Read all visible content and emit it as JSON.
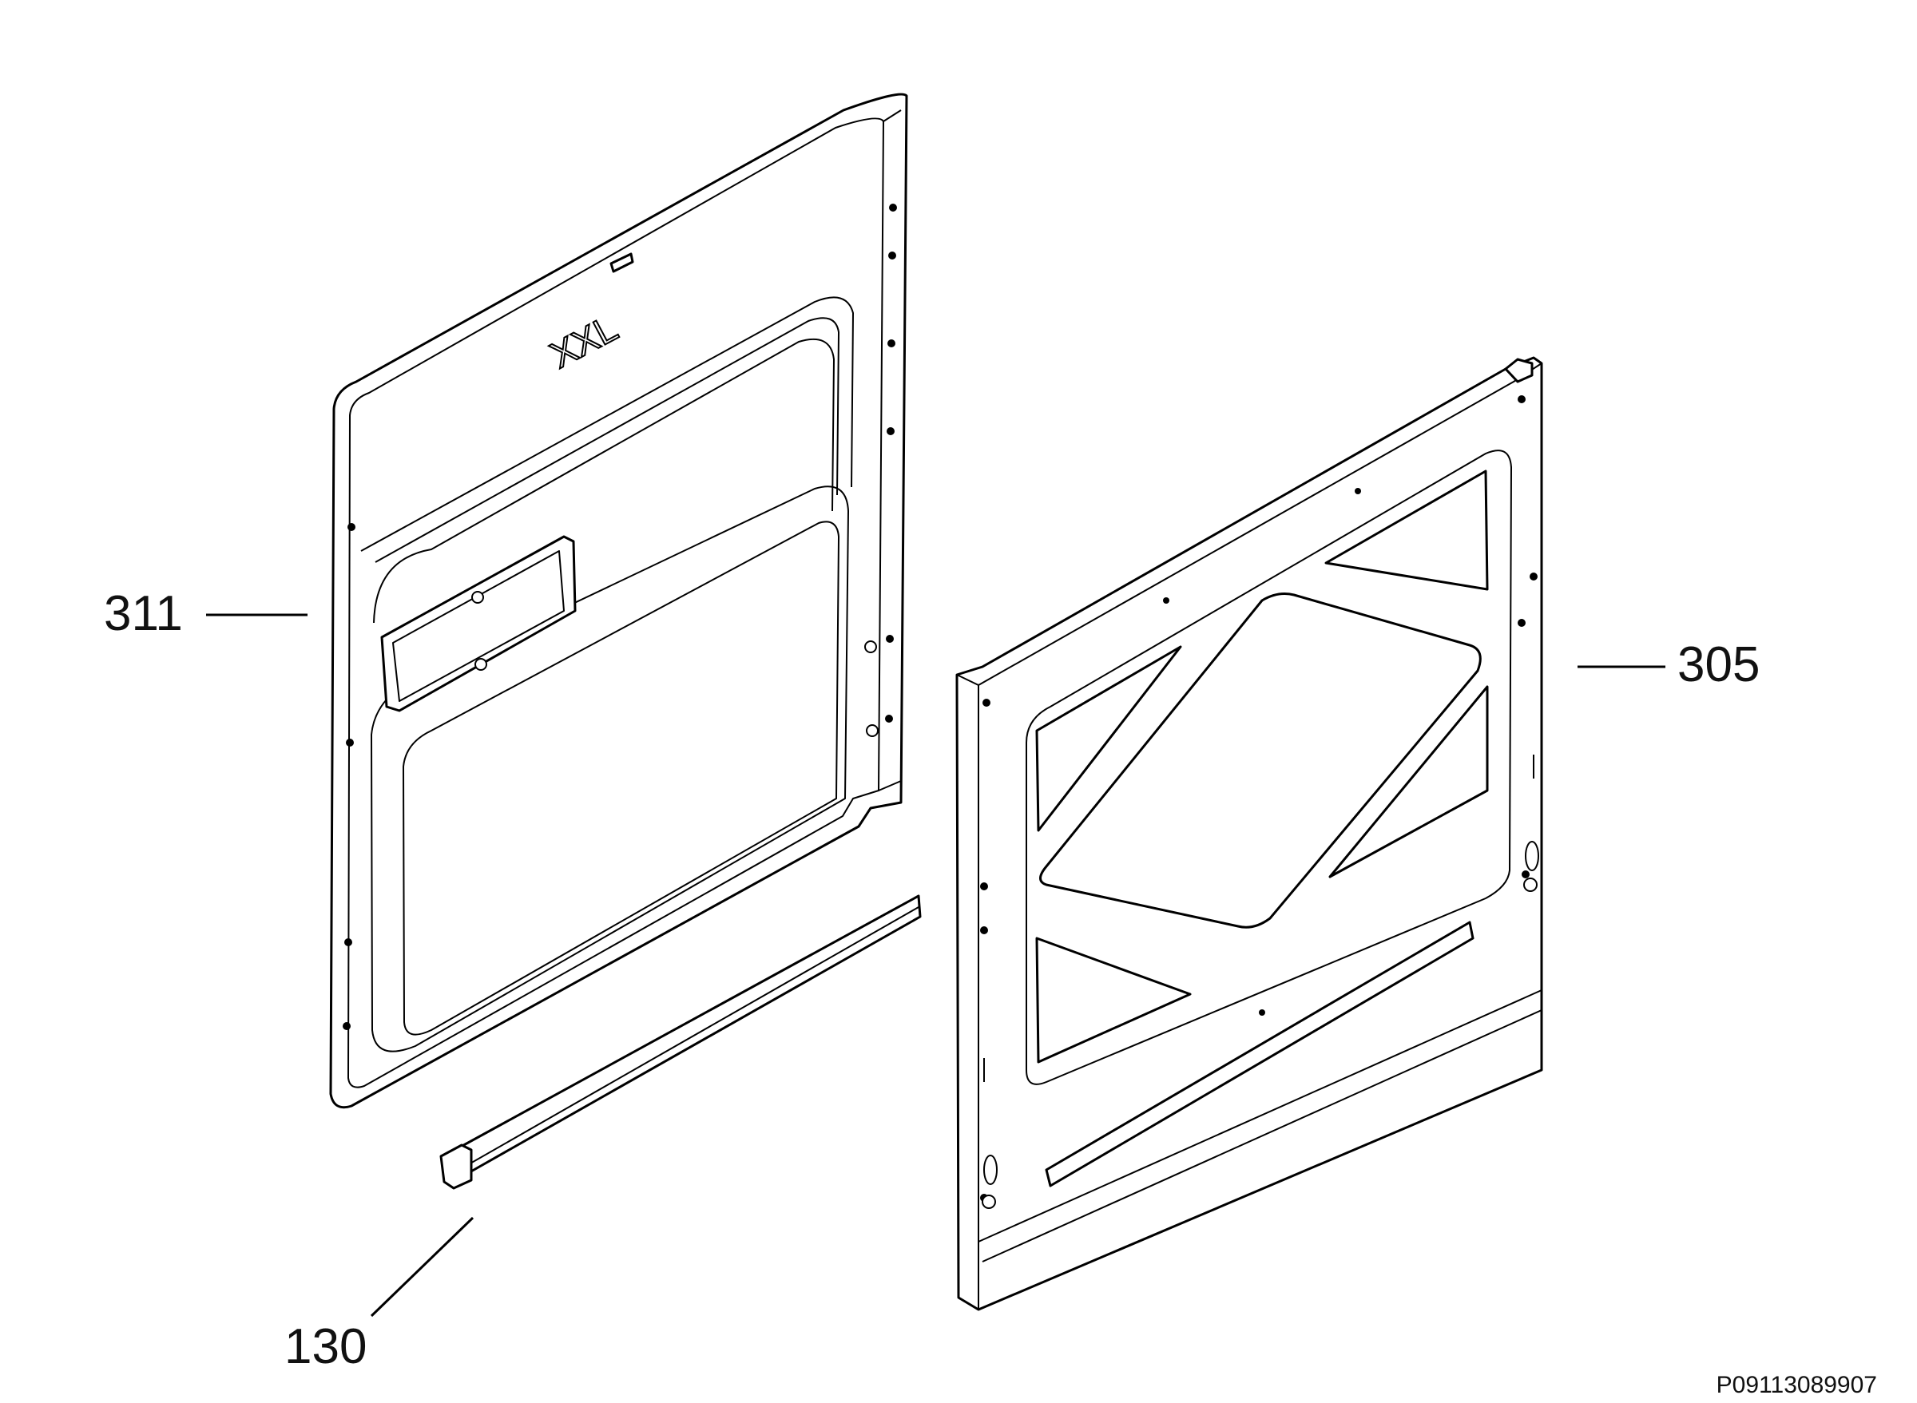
{
  "callouts": [
    {
      "id": "311",
      "label": "311"
    },
    {
      "id": "305",
      "label": "305"
    },
    {
      "id": "130",
      "label": "130"
    }
  ],
  "embossed_text": "XXL",
  "drawing_code": "P09113089907",
  "colors": {
    "line": "#000000",
    "background": "#ffffff"
  }
}
